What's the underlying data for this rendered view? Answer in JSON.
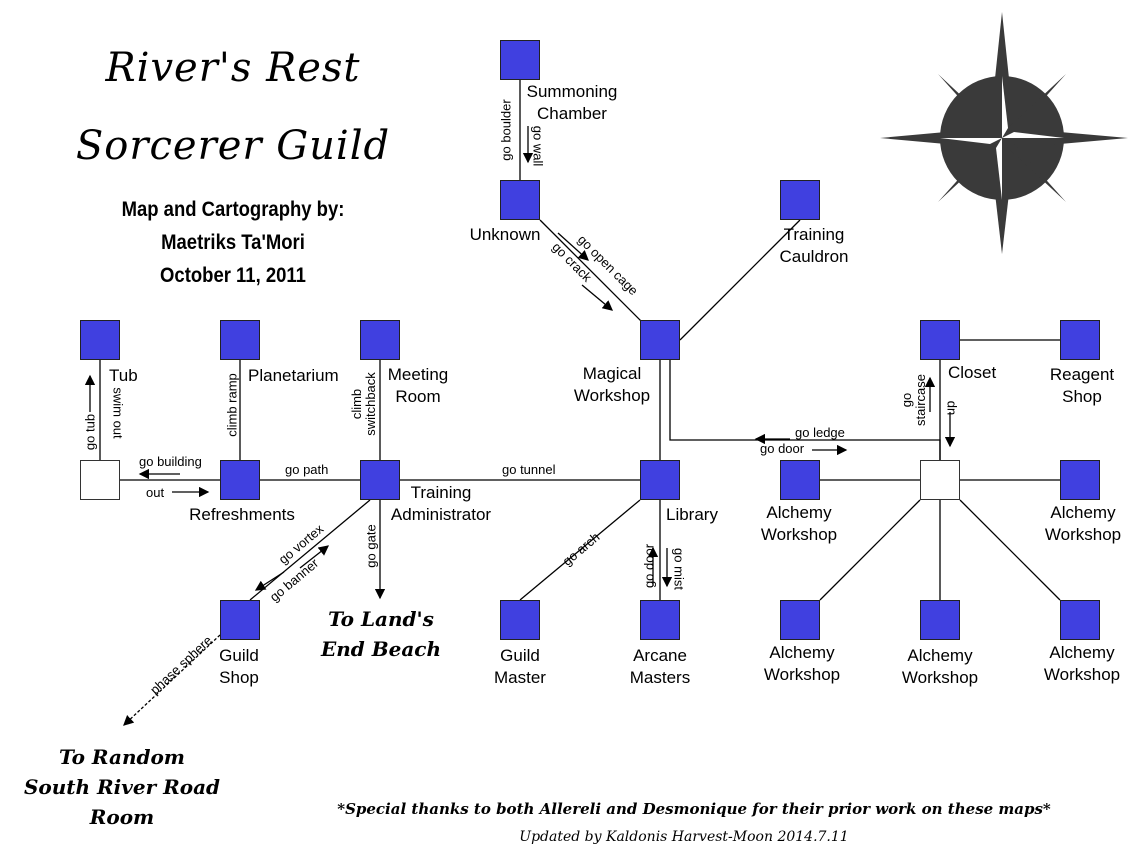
{
  "title": {
    "line1": "River's Rest",
    "line2": "Sorcerer Guild"
  },
  "credits": {
    "line1": "Map and Cartography by:",
    "line2": "Maetriks Ta'Mori",
    "line3": "October 11, 2011"
  },
  "rooms": {
    "summoning_chamber": [
      "Summoning",
      "Chamber"
    ],
    "unknown": "Unknown",
    "training_cauldron": [
      "Training",
      "Cauldron"
    ],
    "magical_workshop": [
      "Magical",
      "Workshop"
    ],
    "tub": "Tub",
    "planetarium": "Planetarium",
    "meeting_room": [
      "Meeting",
      "Room"
    ],
    "closet": "Closet",
    "reagent_shop": [
      "Reagent",
      "Shop"
    ],
    "refreshments": "Refreshments",
    "training_administrator": [
      "Training",
      "Administrator"
    ],
    "library": "Library",
    "alchemy_workshop_left": [
      "Alchemy",
      "Workshop"
    ],
    "alchemy_workshop_right": [
      "Alchemy",
      "Workshop"
    ],
    "guild_shop": [
      "Guild",
      "Shop"
    ],
    "guild_master": [
      "Guild",
      "Master"
    ],
    "arcane_masters": [
      "Arcane",
      "Masters"
    ],
    "alchemy_workshop_bl": [
      "Alchemy",
      "Workshop"
    ],
    "alchemy_workshop_bm": [
      "Alchemy",
      "Workshop"
    ],
    "alchemy_workshop_br": [
      "Alchemy",
      "Workshop"
    ]
  },
  "commands": {
    "go_boulder": "go boulder",
    "go_wall": "go wall",
    "go_open_cage": "go open cage",
    "go_crack": "go crack",
    "go_tub": "go tub",
    "swim_out": "swim out",
    "climb_ramp": "climb ramp",
    "climb_switchback": [
      "climb",
      "switchback"
    ],
    "go_building": "go building",
    "out": "out",
    "go_path": "go path",
    "go_tunnel": "go tunnel",
    "go_ledge": "go ledge",
    "go_door_east": "go door",
    "go_staircase": [
      "go",
      "staircase"
    ],
    "dn": "dn",
    "go_vortex": "go vortex",
    "go_banner": "go banner",
    "go_gate": "go gate",
    "go_arch": "go arch",
    "go_door_south": "go door",
    "go_mist": "go mist",
    "phase_sphere": "phase sphere"
  },
  "destinations": {
    "lands_end": [
      "To Land's",
      "End Beach"
    ],
    "south_river": [
      "To Random",
      "South River Road",
      "Room"
    ]
  },
  "footer": {
    "thanks": "*Special thanks to both Allereli and Desmonique for their prior work on these maps*",
    "updated": "Updated by Kaldonis Harvest-Moon 2014.7.11"
  },
  "colors": {
    "room": "#4040e0",
    "compass": "#3a3a3a"
  },
  "icons": {
    "compass": "compass-rose-icon"
  }
}
